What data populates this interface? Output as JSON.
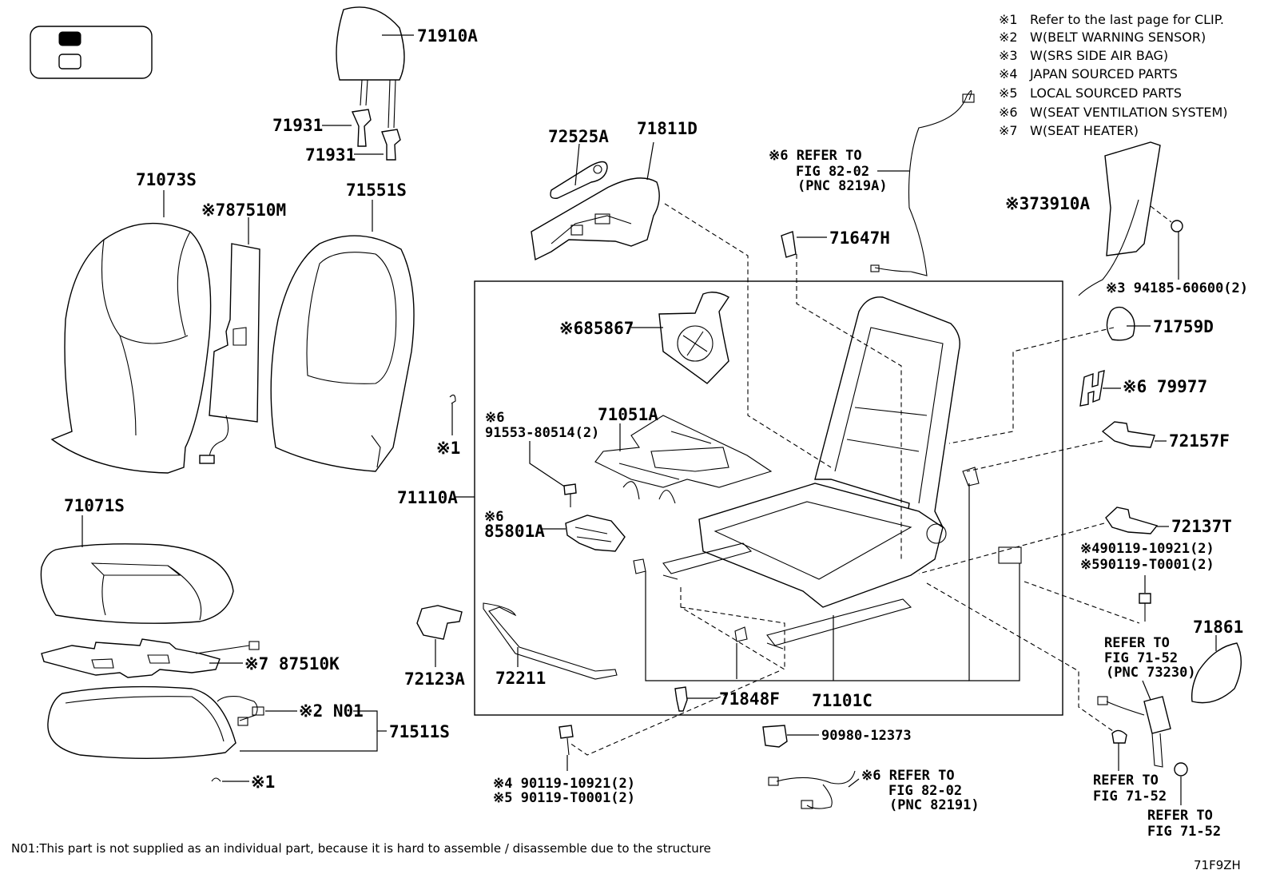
{
  "legend": {
    "filled_key": "",
    "open_key": ""
  },
  "notes": [
    {
      "mark": "※1",
      "text": "Refer to the last page for CLIP."
    },
    {
      "mark": "※2",
      "text": "W(BELT WARNING SENSOR)"
    },
    {
      "mark": "※3",
      "text": "W(SRS SIDE AIR BAG)"
    },
    {
      "mark": "※4",
      "text": "JAPAN SOURCED PARTS"
    },
    {
      "mark": "※5",
      "text": "LOCAL SOURCED PARTS"
    },
    {
      "mark": "※6",
      "text": "W(SEAT VENTILATION SYSTEM)"
    },
    {
      "mark": "※7",
      "text": "W(SEAT HEATER)"
    }
  ],
  "parts": {
    "p71910A": "71910A",
    "p71931a": "71931",
    "p71931b": "71931",
    "p71073S": "71073S",
    "p87510M": "※787510M",
    "p71551S": "71551S",
    "p72525A": "72525A",
    "p71811D": "71811D",
    "p71647H": "71647H",
    "p73910A": "※373910A",
    "p94185": "※3 94185-60600(2)",
    "p85867": "※685867",
    "p71759D": "71759D",
    "p79977": "※6 79977",
    "p91553_mark": "※6",
    "p91553": "91553-80514(2)",
    "p71051A": "71051A",
    "p72157F": "72157F",
    "clip1_mark": "※1",
    "p71110A": "71110A",
    "p85801A_mark": "※6",
    "p85801A": "85801A",
    "p72137T": "72137T",
    "p90119r_a": "※490119-10921(2)",
    "p90119r_b": "※590119-T0001(2)",
    "p71071S": "71071S",
    "p71861": "71861",
    "p87510K": "※7 87510K",
    "p72123A": "72123A",
    "p72211": "72211",
    "pN01": "※2 N01",
    "p71511S": "71511S",
    "p71848F": "71848F",
    "p71101C": "71101C",
    "p90980": "90980-12373",
    "clip2": "※1",
    "p90119b_a": "※4 90119-10921(2)",
    "p90119b_b": "※5 90119-T0001(2)"
  },
  "refs": {
    "ref_82_02_top": {
      "l1": "※6 REFER TO",
      "l2": "FIG 82-02",
      "l3": "(PNC 8219A)"
    },
    "ref_82_02_bot": {
      "l1": "※6 REFER TO",
      "l2": "FIG 82-02",
      "l3": "(PNC 82191)"
    },
    "ref_71_52_a": {
      "l1": "REFER TO",
      "l2": "FIG 71-52",
      "l3": "(PNC 73230)"
    },
    "ref_71_52_b": {
      "l1": "REFER TO",
      "l2": "FIG 71-52"
    },
    "ref_71_52_c": {
      "l1": "REFER TO",
      "l2": "FIG 71-52"
    }
  },
  "footnote": "N01:This part is not supplied as an individual part, because it is hard to assemble / disassemble due to the structure",
  "figure_code": "71F9ZH"
}
